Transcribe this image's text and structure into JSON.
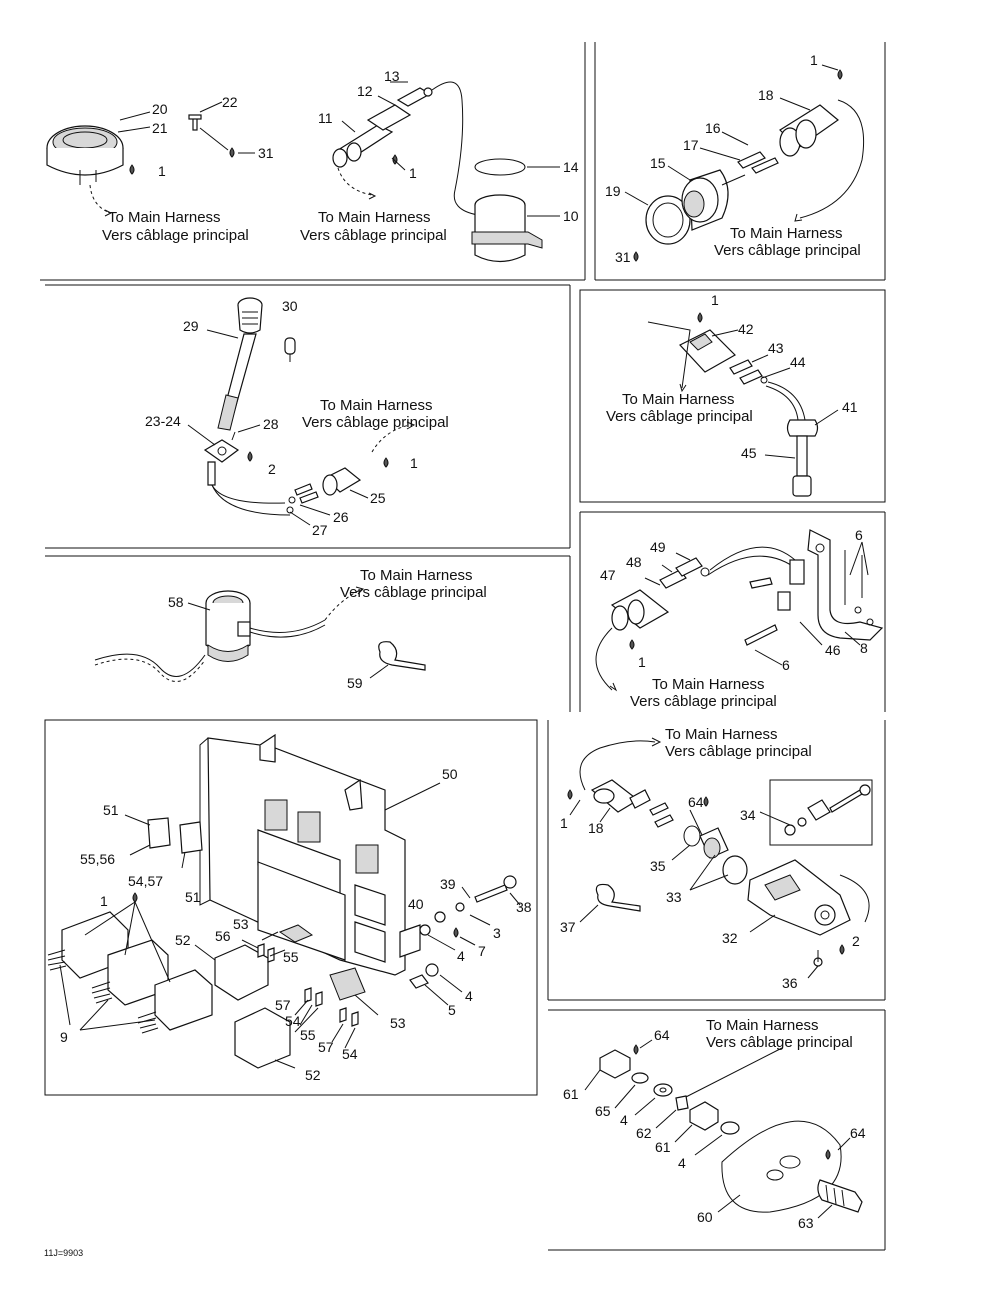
{
  "harness_label_en": "To Main Harness",
  "harness_label_fr": "Vers câblage principal",
  "drawing_code": "11J=9903",
  "callouts": [
    "1",
    "2",
    "4",
    "5",
    "6",
    "7",
    "8",
    "9",
    "10",
    "11",
    "12",
    "13",
    "14",
    "15",
    "16",
    "17",
    "18",
    "19",
    "20",
    "21",
    "22",
    "23-24",
    "25",
    "26",
    "27",
    "28",
    "29",
    "30",
    "31",
    "32",
    "33",
    "34",
    "35",
    "36",
    "37",
    "38",
    "39",
    "40",
    "41",
    "42",
    "43",
    "44",
    "45",
    "46",
    "47",
    "48",
    "49",
    "50",
    "51",
    "52",
    "53",
    "54",
    "54,57",
    "55",
    "55,56",
    "56",
    "57",
    "58",
    "59",
    "60",
    "61",
    "62",
    "63",
    "64",
    "65"
  ]
}
